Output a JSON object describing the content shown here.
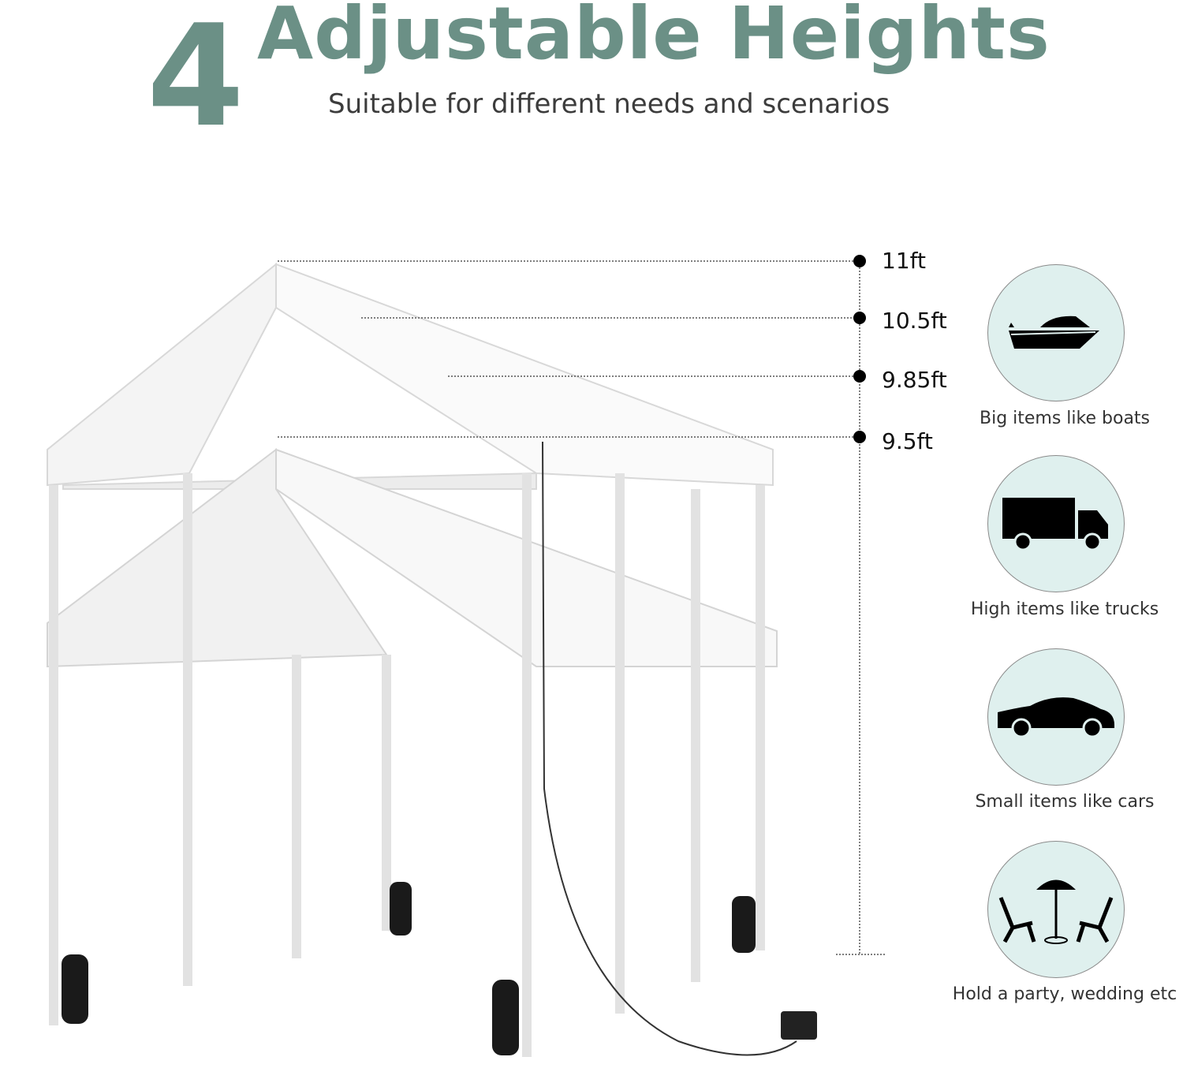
{
  "header": {
    "number": "4",
    "title": "Adjustable Heights",
    "subtitle": "Suitable for different needs and scenarios"
  },
  "heights": [
    {
      "label": "11ft"
    },
    {
      "label": "10.5ft"
    },
    {
      "label": "9.85ft"
    },
    {
      "label": "9.5ft"
    }
  ],
  "uses": [
    {
      "icon": "boat-icon",
      "caption": "Big items like boats"
    },
    {
      "icon": "truck-icon",
      "caption": "High items like trucks"
    },
    {
      "icon": "car-icon",
      "caption": "Small items like cars"
    },
    {
      "icon": "party-icon",
      "caption": "Hold a party, wedding etc"
    }
  ],
  "colors": {
    "accent": "#6b9086",
    "circle_fill": "#dff0ee"
  }
}
